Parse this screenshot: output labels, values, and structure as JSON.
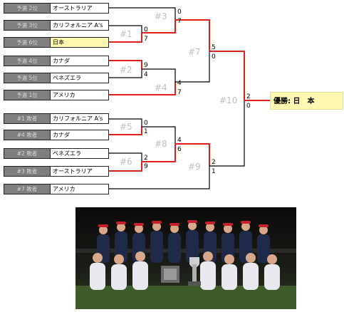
{
  "seeds": [
    {
      "label": "予選 2位",
      "team": "オーストラリア"
    },
    {
      "label": "予選 3位",
      "team": "カリフォルニア A's"
    },
    {
      "label": "予選 6位",
      "team": "日本"
    },
    {
      "label": "予選 4位",
      "team": "カナダ"
    },
    {
      "label": "予選 5位",
      "team": "ベネズエラ"
    },
    {
      "label": "予選 1位",
      "team": "アメリカ"
    },
    {
      "label": "#1 敗者",
      "team": "カリフォルニア A's"
    },
    {
      "label": "#4 敗者",
      "team": "カナダ"
    },
    {
      "label": "#2 敗者",
      "team": "ベネズエラ"
    },
    {
      "label": "#3 敗者",
      "team": "オーストラリア"
    },
    {
      "label": "#7 敗者",
      "team": "アメリカ"
    }
  ],
  "games": {
    "g1": "#1",
    "g2": "#2",
    "g3": "#3",
    "g4": "#4",
    "g5": "#5",
    "g6": "#6",
    "g7": "#7",
    "g8": "#8",
    "g9": "#9",
    "g10": "#10"
  },
  "scores": {
    "g3_top": "0",
    "g3_bot": "7",
    "g1_top": "0",
    "g1_bot": "7",
    "g2_top": "9",
    "g2_bot": "4",
    "g4_top": "4",
    "g4_bot": "7",
    "g7_top": "5",
    "g7_bot": "0",
    "g5_top": "0",
    "g5_bot": "1",
    "g6_top": "2",
    "g6_bot": "9",
    "g8_top": "4",
    "g8_bot": "6",
    "g9_top": "2",
    "g9_bot": "1",
    "g10_top": "2",
    "g10_bot": "0"
  },
  "champion": "優勝: 日　本",
  "colors": {
    "win_line": "#e0201b",
    "lose_line": "#000000",
    "highlight": "#fff8b0",
    "seed_label_bg": "#7f7f7f"
  },
  "photo_alt": ""
}
